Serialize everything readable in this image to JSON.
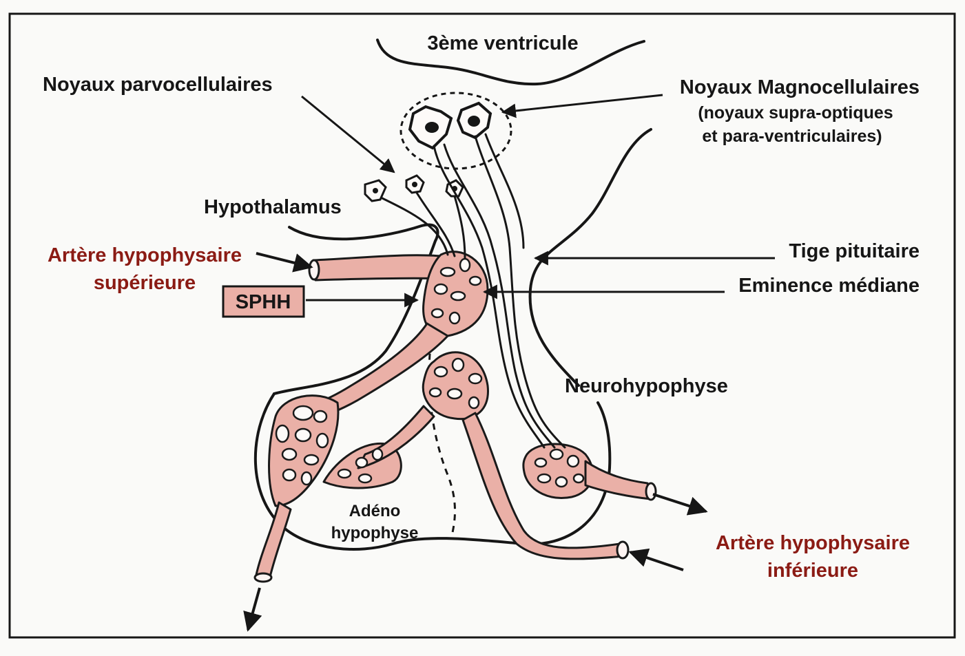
{
  "colors": {
    "vessel_fill": "#eab0a7",
    "label_red": "#8b1b14",
    "ink": "#161616",
    "background": "#fafaf8"
  },
  "labels": {
    "ventricle": "3ème ventricule",
    "parvo": "Noyaux parvocellulaires",
    "magno_1": "Noyaux Magnocellulaires",
    "magno_2": "(noyaux supra-optiques",
    "magno_3": "et para-ventriculaires)",
    "hypothalamus": "Hypothalamus",
    "art_sup_1": "Artère hypophysaire",
    "art_sup_2": "supérieure",
    "sphh": "SPHH",
    "tige": "Tige pituitaire",
    "eminence": "Eminence médiane",
    "neuro": "Neurohypophyse",
    "adeno_1": "Adéno",
    "adeno_2": "hypophyse",
    "art_inf_1": "Artère hypophysaire",
    "art_inf_2": "inférieure"
  }
}
